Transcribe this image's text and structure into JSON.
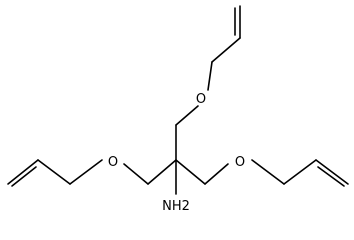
{
  "molecule": {
    "atoms": [
      {
        "id": "O1",
        "label": "O"
      },
      {
        "id": "O2",
        "label": "O"
      },
      {
        "id": "O3",
        "label": "O"
      },
      {
        "id": "N1",
        "label": "NH2"
      }
    ]
  },
  "colors": {
    "bond": "#000000",
    "text": "#000000",
    "background": "#ffffff"
  }
}
